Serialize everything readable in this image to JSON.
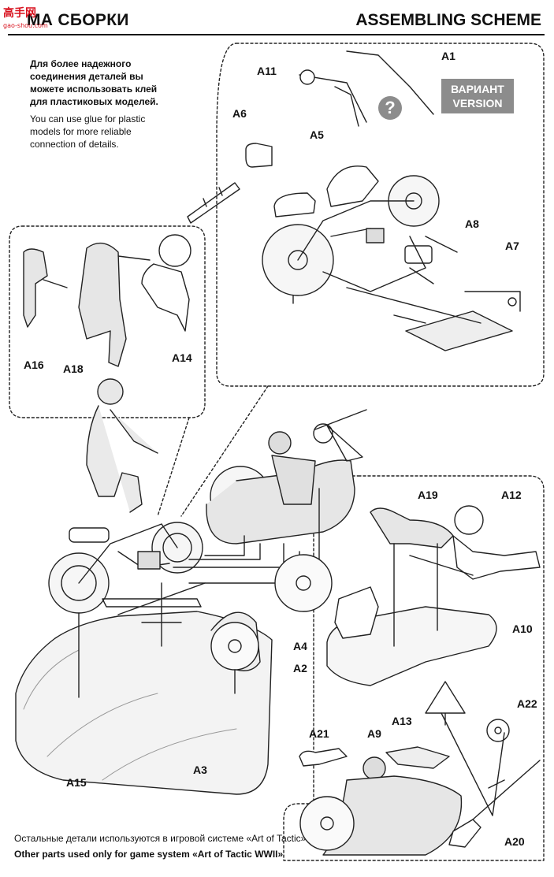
{
  "header": {
    "title_ru": "МА СБОРКИ",
    "title_en": "ASSEMBLING SCHEME"
  },
  "watermark": {
    "text": "高手网",
    "url": "gao-shou.com"
  },
  "notes": {
    "ru": "Для более надежного соединения деталей вы можете использовать клей для пластиковых моделей.",
    "en": "You can use glue for plastic models for more reliable connection of details."
  },
  "variant": {
    "line1": "ВАРИАНТ",
    "line2": "VERSION",
    "question": "?"
  },
  "parts": {
    "A1": "A1",
    "A2": "A2",
    "A3": "A3",
    "A4": "A4",
    "A5": "A5",
    "A6": "A6",
    "A7": "A7",
    "A8": "A8",
    "A9": "A9",
    "A10": "A10",
    "A11": "A11",
    "A12": "A12",
    "A13": "A13",
    "A14": "A14",
    "A15": "A15",
    "A16": "A16",
    "A18": "A18",
    "A19": "A19",
    "A20": "A20",
    "A21": "A21",
    "A22": "A22"
  },
  "footer": {
    "ru": "Остальные детали используются в игровой системе «Art of Tactic»",
    "en": "Other parts used only for game system «Art of Tactic WWII»"
  }
}
